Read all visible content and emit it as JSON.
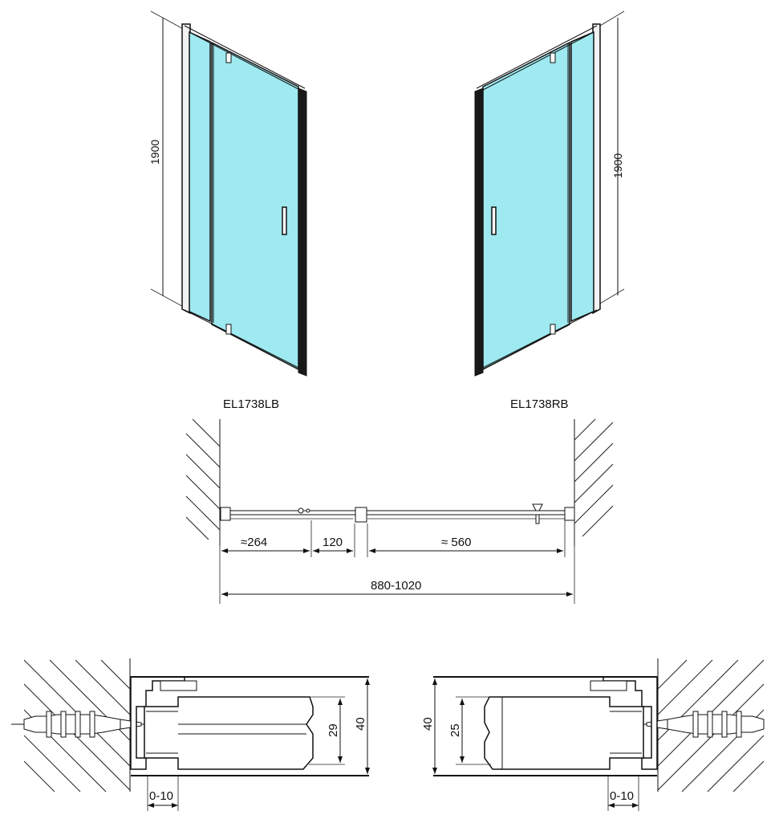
{
  "models": {
    "left": "EL1738LB",
    "right": "EL1738RB"
  },
  "dimensions": {
    "height_left": "1900",
    "height_right": "1900",
    "seg_fixed": "≈264",
    "seg_gap": "120",
    "seg_door": "≈ 560",
    "total_width": "880-1020",
    "profile_left_height": "40",
    "profile_left_inner": "29",
    "profile_left_adjust": "0-10",
    "profile_right_height": "40",
    "profile_right_inner": "25",
    "profile_right_adjust": "0-10"
  },
  "colors": {
    "glass": "#9fe9f0",
    "glass_edge": "#7fd4dd",
    "line": "#111111"
  }
}
